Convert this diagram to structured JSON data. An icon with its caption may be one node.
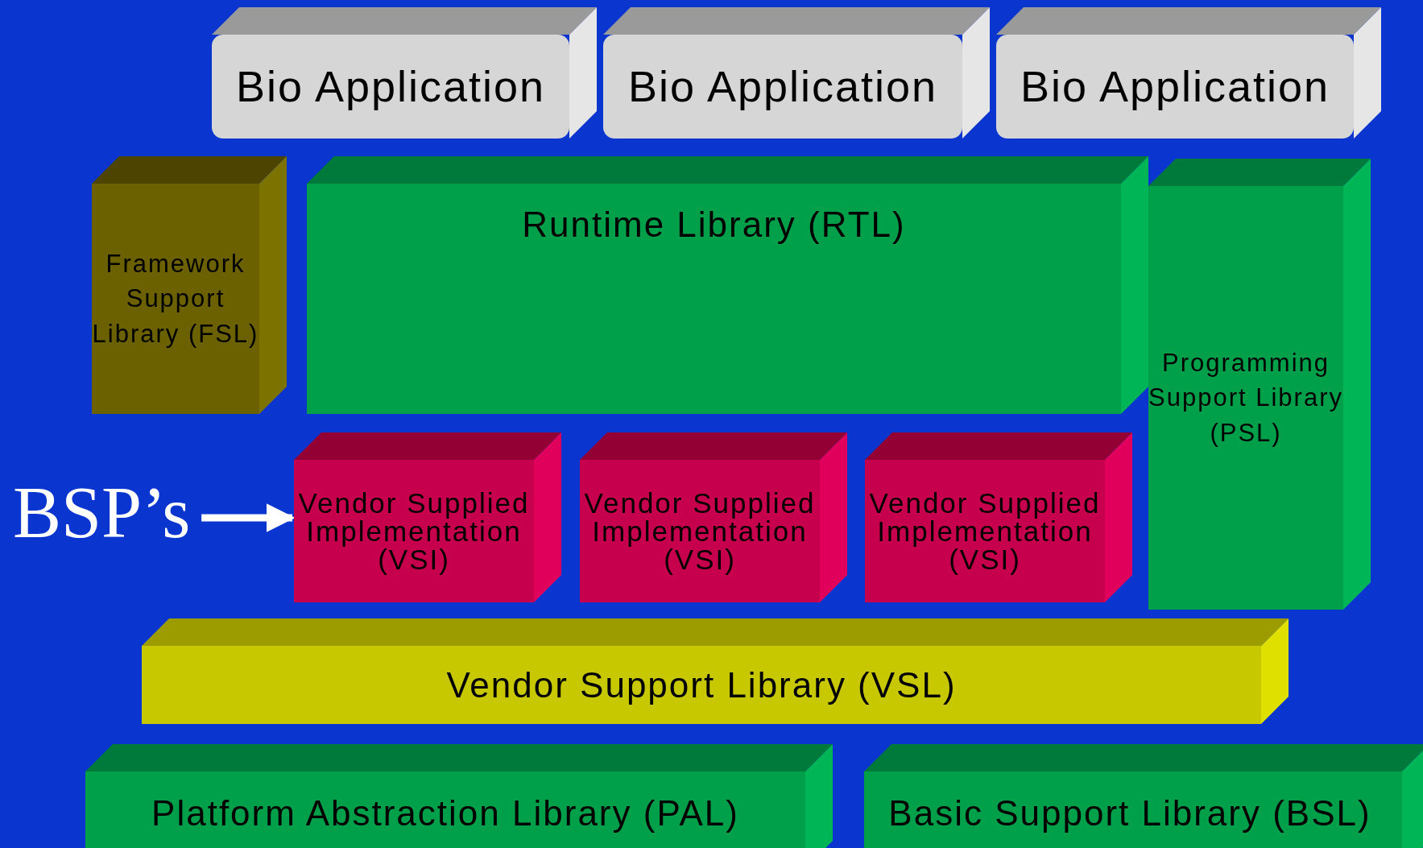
{
  "diagram": {
    "nodes": [
      {
        "text": [
          "Bio Application"
        ]
      },
      {
        "text": [
          "Bio Application"
        ]
      },
      {
        "text": [
          "Bio Application"
        ]
      },
      {
        "text": [
          "Framework Support Library (FSL)"
        ]
      },
      {
        "text": [
          "Runtime Library  (RTL)"
        ]
      },
      {
        "text": [
          "Programming Support Library (PSL)"
        ]
      },
      {
        "text": [
          "BSP’s"
        ]
      },
      {
        "text": [
          "Vendor Supplied Implementation (VSI)"
        ]
      },
      {
        "text": [
          "Vendor Supplied Implementation (VSI)"
        ]
      },
      {
        "text": [
          "Vendor Supplied Implementation (VSI)"
        ]
      },
      {
        "text": [
          "Vendor Support Library  (VSL)"
        ]
      },
      {
        "text": [
          "Platform Abstraction Library  (PAL)"
        ]
      },
      {
        "text": [
          "Basic Support Library  (BSL)"
        ]
      }
    ],
    "edges": [
      {
        "from": 6,
        "to": 7,
        "arrow": "to"
      }
    ]
  }
}
